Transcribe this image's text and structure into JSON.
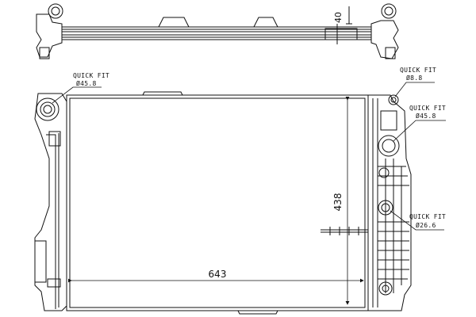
{
  "drawing": {
    "dimensions": {
      "thickness": "40",
      "height": "438",
      "width": "643"
    },
    "callouts": [
      {
        "label": "QUICK FIT",
        "value": "Ø45.8"
      },
      {
        "label": "QUICK FIT",
        "value": "Ø8.8"
      },
      {
        "label": "QUICK FIT",
        "value": "Ø45.8"
      },
      {
        "label": "QUICK FIT",
        "value": "Ø26.6"
      }
    ],
    "colors": {
      "line": "#111111",
      "background": "#ffffff"
    }
  }
}
